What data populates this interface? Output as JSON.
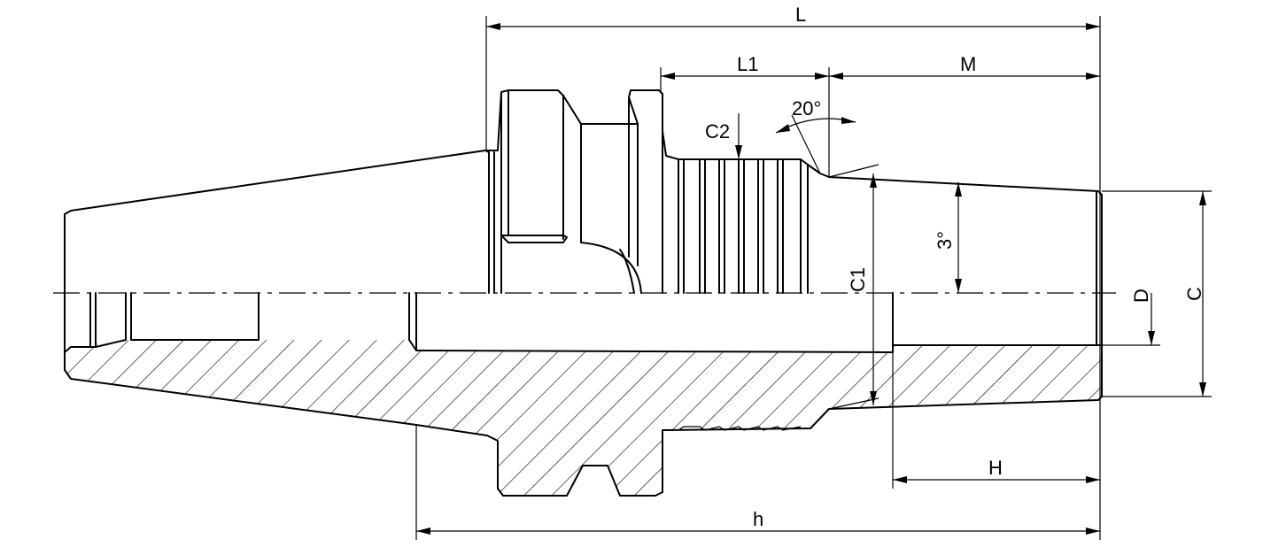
{
  "labels": {
    "L": "L",
    "L1": "L1",
    "M": "M",
    "C2": "C2",
    "angle20": "20°",
    "C1": "C1",
    "angle3": "3°",
    "D": "D",
    "C": "C",
    "H": "H",
    "h": "h"
  }
}
